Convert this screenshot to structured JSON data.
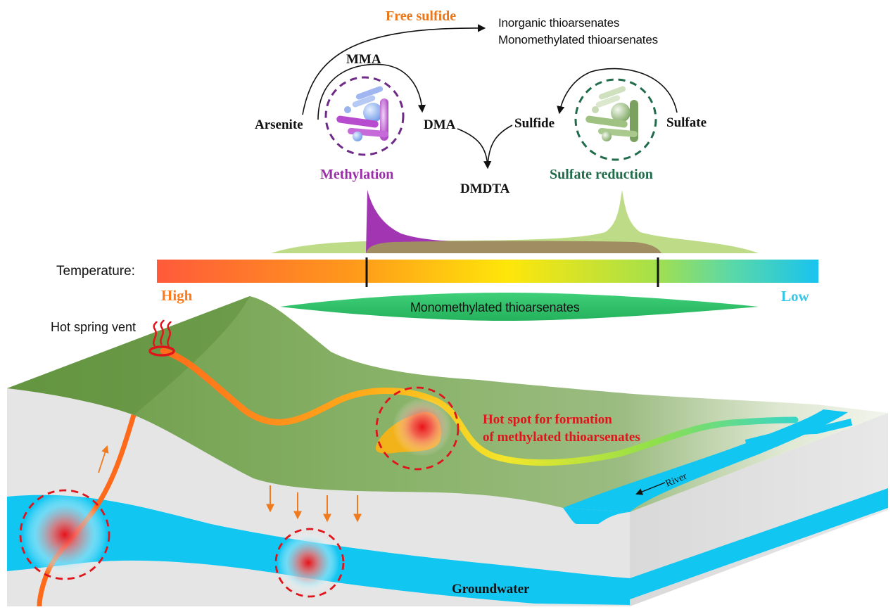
{
  "pathway": {
    "free_sulfide": "Free sulfide",
    "products": [
      "Inorganic thioarsenates",
      "Monomethylated thioarsenates"
    ],
    "mma": "MMA",
    "arsenite": "Arsenite",
    "dma": "DMA",
    "dmdta": "DMDTA",
    "sulfide": "Sulfide",
    "sulfate": "Sulfate",
    "methylation": "Methylation",
    "sulfate_reduction": "Sulfate reduction"
  },
  "temperature": {
    "label": "Temperature:",
    "high": "High",
    "low": "Low",
    "band_label": "Monomethylated thioarsenates"
  },
  "landscape": {
    "vent_label": "Hot spring vent",
    "hotspot_label": [
      "Hot spot for formation",
      "of methylated thioarsenates"
    ],
    "river_label": "River",
    "groundwater_label": "Groundwater"
  },
  "colors": {
    "methylation": "#9b2ea8",
    "sulfate_reduction": "#1f6b4a",
    "free_sulfide": "#e8781e",
    "high": "#ff7a1a",
    "low": "#34c7e8",
    "hotspot_text": "#e0141b",
    "monomethyl_band": "#33c46b",
    "terrain_top": "#7aa35a",
    "water": "#12c6f2",
    "cross_section": "#e6e6e6"
  }
}
